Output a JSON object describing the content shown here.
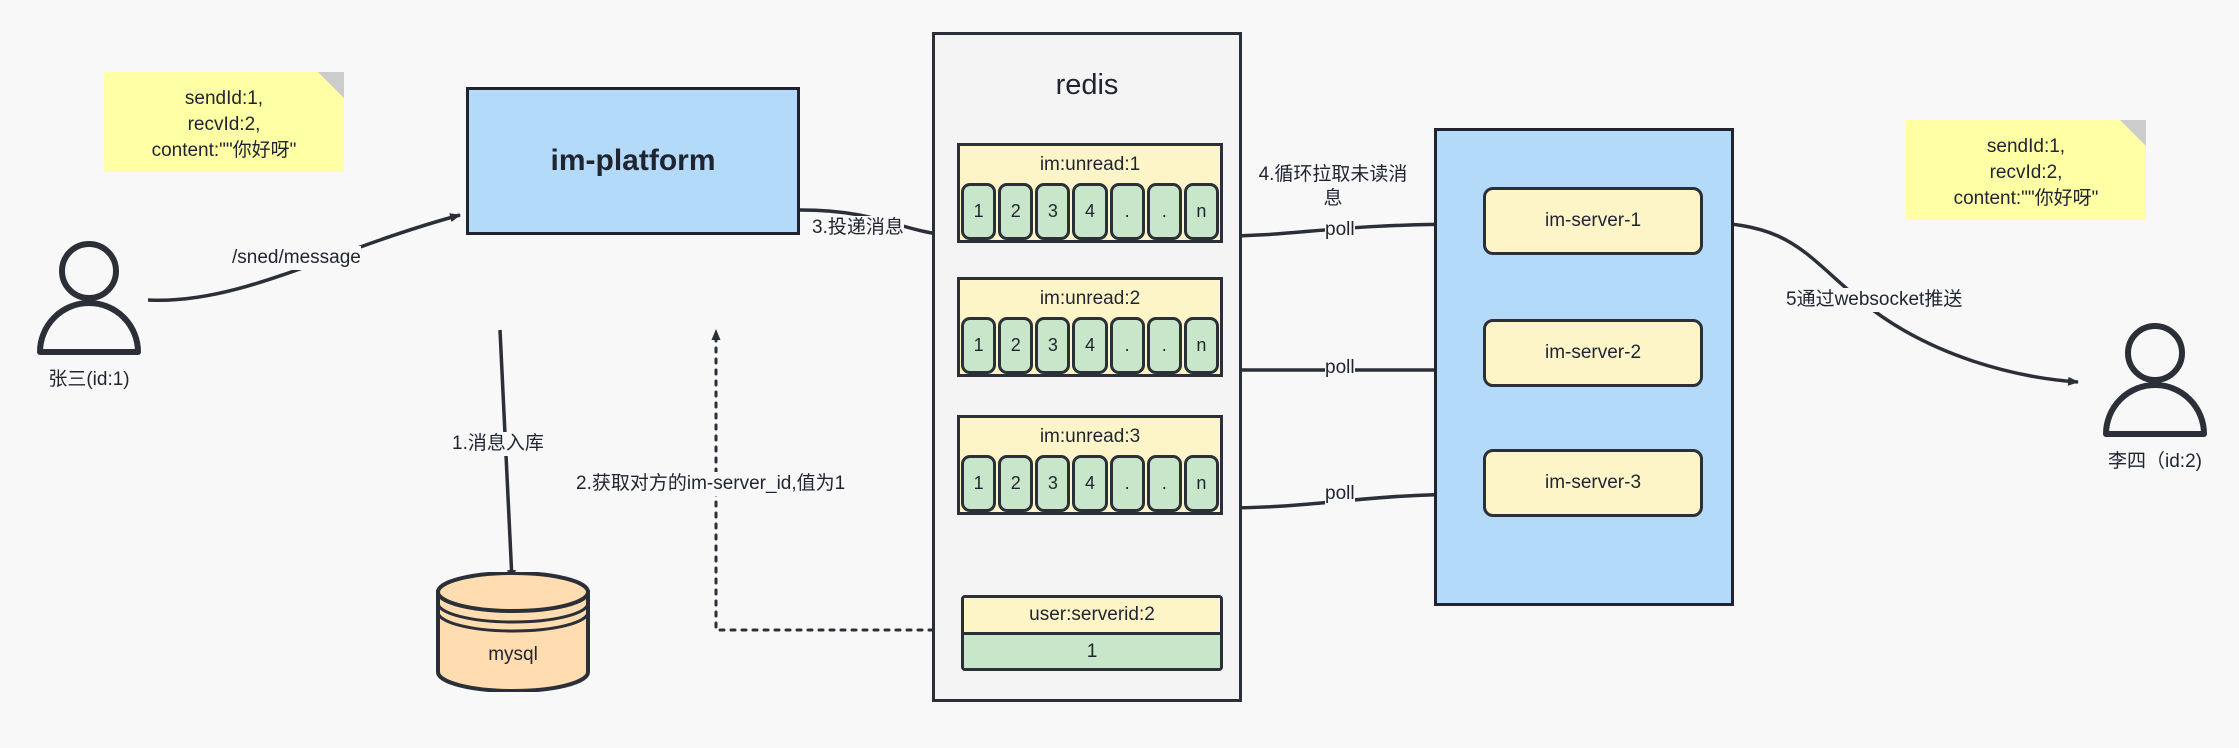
{
  "diagram": {
    "title": "IM message delivery architecture",
    "colors": {
      "note_bg": "#ffffa6",
      "platform_bg": "#b4daf9",
      "cluster_bg": "#b4daf9",
      "server_bg": "#fdf5c8",
      "queue_header_bg": "#fdf5c8",
      "cell_bg": "#c8e6c9",
      "redis_bg": "#f4f4f4",
      "db_bg": "#ffddb0",
      "stroke": "#2b2f38",
      "canvas_bg": "#f8f8f8"
    }
  },
  "notes": {
    "left": {
      "line1": "sendId:1,",
      "line2": "recvId:2,",
      "line3": "content:\"\"你好呀\""
    },
    "right": {
      "line1": "sendId:1,",
      "line2": "recvId:2,",
      "line3": "content:\"\"你好呀\""
    }
  },
  "actors": {
    "sender": {
      "label": "张三(id:1)",
      "icon": "user-icon"
    },
    "receiver": {
      "label": "李四（id:2)",
      "icon": "user-icon"
    }
  },
  "platform": {
    "label": "im-platform"
  },
  "database": {
    "label": "mysql",
    "icon": "database-cylinder-icon"
  },
  "redis": {
    "title": "redis",
    "queues": [
      {
        "key": "im:unread:1",
        "cells": [
          "1",
          "2",
          "3",
          "4",
          ".",
          ".",
          "n"
        ]
      },
      {
        "key": "im:unread:2",
        "cells": [
          "1",
          "2",
          "3",
          "4",
          ".",
          ".",
          "n"
        ]
      },
      {
        "key": "im:unread:3",
        "cells": [
          "1",
          "2",
          "3",
          "4",
          ".",
          ".",
          "n"
        ]
      }
    ],
    "kv": {
      "key": "user:serverid:2",
      "value": "1"
    }
  },
  "cluster": {
    "servers": [
      {
        "label": "im-server-1"
      },
      {
        "label": "im-server-2"
      },
      {
        "label": "im-server-3"
      }
    ]
  },
  "edges": {
    "send_message": "/sned/message",
    "step1": "1.消息入库",
    "step2": "2.获取对方的im-server_id,值为1",
    "step3": "3.投递消息",
    "step4": "4.循环拉取未读消息",
    "poll1": "poll",
    "poll2": "poll",
    "poll3": "poll",
    "step5": "5通过websocket推送"
  }
}
